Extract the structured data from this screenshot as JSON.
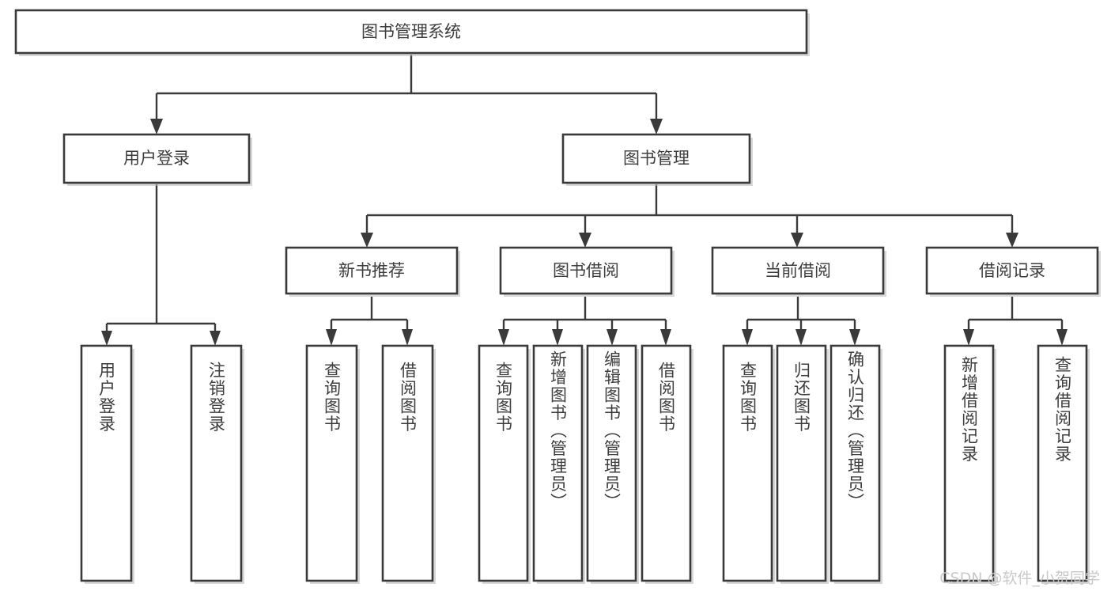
{
  "diagram": {
    "type": "tree",
    "title": "图书管理系统",
    "orientation": "top-down",
    "watermark": "CSDN @软件_小贺同学",
    "colors": {
      "stroke": "#3a3a3a",
      "box_fill": "#ffffff",
      "text": "#3d3d3d",
      "background": "#ffffff",
      "watermark": "#c9c9c9"
    },
    "root": {
      "id": "root",
      "label": "图书管理系统"
    },
    "level2": [
      {
        "id": "user-login",
        "label": "用户登录"
      },
      {
        "id": "book-manage",
        "label": "图书管理"
      }
    ],
    "level3": [
      {
        "id": "new-book-recommend",
        "label": "新书推荐",
        "parent": "book-manage"
      },
      {
        "id": "book-borrow",
        "label": "图书借阅",
        "parent": "book-manage"
      },
      {
        "id": "current-borrow",
        "label": "当前借阅",
        "parent": "book-manage"
      },
      {
        "id": "borrow-record",
        "label": "借阅记录",
        "parent": "book-manage"
      }
    ],
    "leaves": [
      {
        "id": "leaf-user-login",
        "label": "用户登录",
        "parent": "user-login"
      },
      {
        "id": "leaf-logout",
        "label": "注销登录",
        "parent": "user-login"
      },
      {
        "id": "leaf-query-book-1",
        "label": "查询图书",
        "parent": "new-book-recommend"
      },
      {
        "id": "leaf-borrow-book-1",
        "label": "借阅图书",
        "parent": "new-book-recommend"
      },
      {
        "id": "leaf-query-book-2",
        "label": "查询图书",
        "parent": "book-borrow"
      },
      {
        "id": "leaf-add-book",
        "label": "新增图书（管理员）",
        "parent": "book-borrow"
      },
      {
        "id": "leaf-edit-book",
        "label": "编辑图书（管理员）",
        "parent": "book-borrow"
      },
      {
        "id": "leaf-borrow-book-2",
        "label": "借阅图书",
        "parent": "book-borrow"
      },
      {
        "id": "leaf-query-book-3",
        "label": "查询图书",
        "parent": "current-borrow"
      },
      {
        "id": "leaf-return-book",
        "label": "归还图书",
        "parent": "current-borrow"
      },
      {
        "id": "leaf-confirm-return",
        "label": "确认归还（管理员）",
        "parent": "current-borrow"
      },
      {
        "id": "leaf-add-record",
        "label": "新增借阅记录",
        "parent": "borrow-record"
      },
      {
        "id": "leaf-query-record",
        "label": "查询借阅记录",
        "parent": "borrow-record"
      }
    ]
  }
}
